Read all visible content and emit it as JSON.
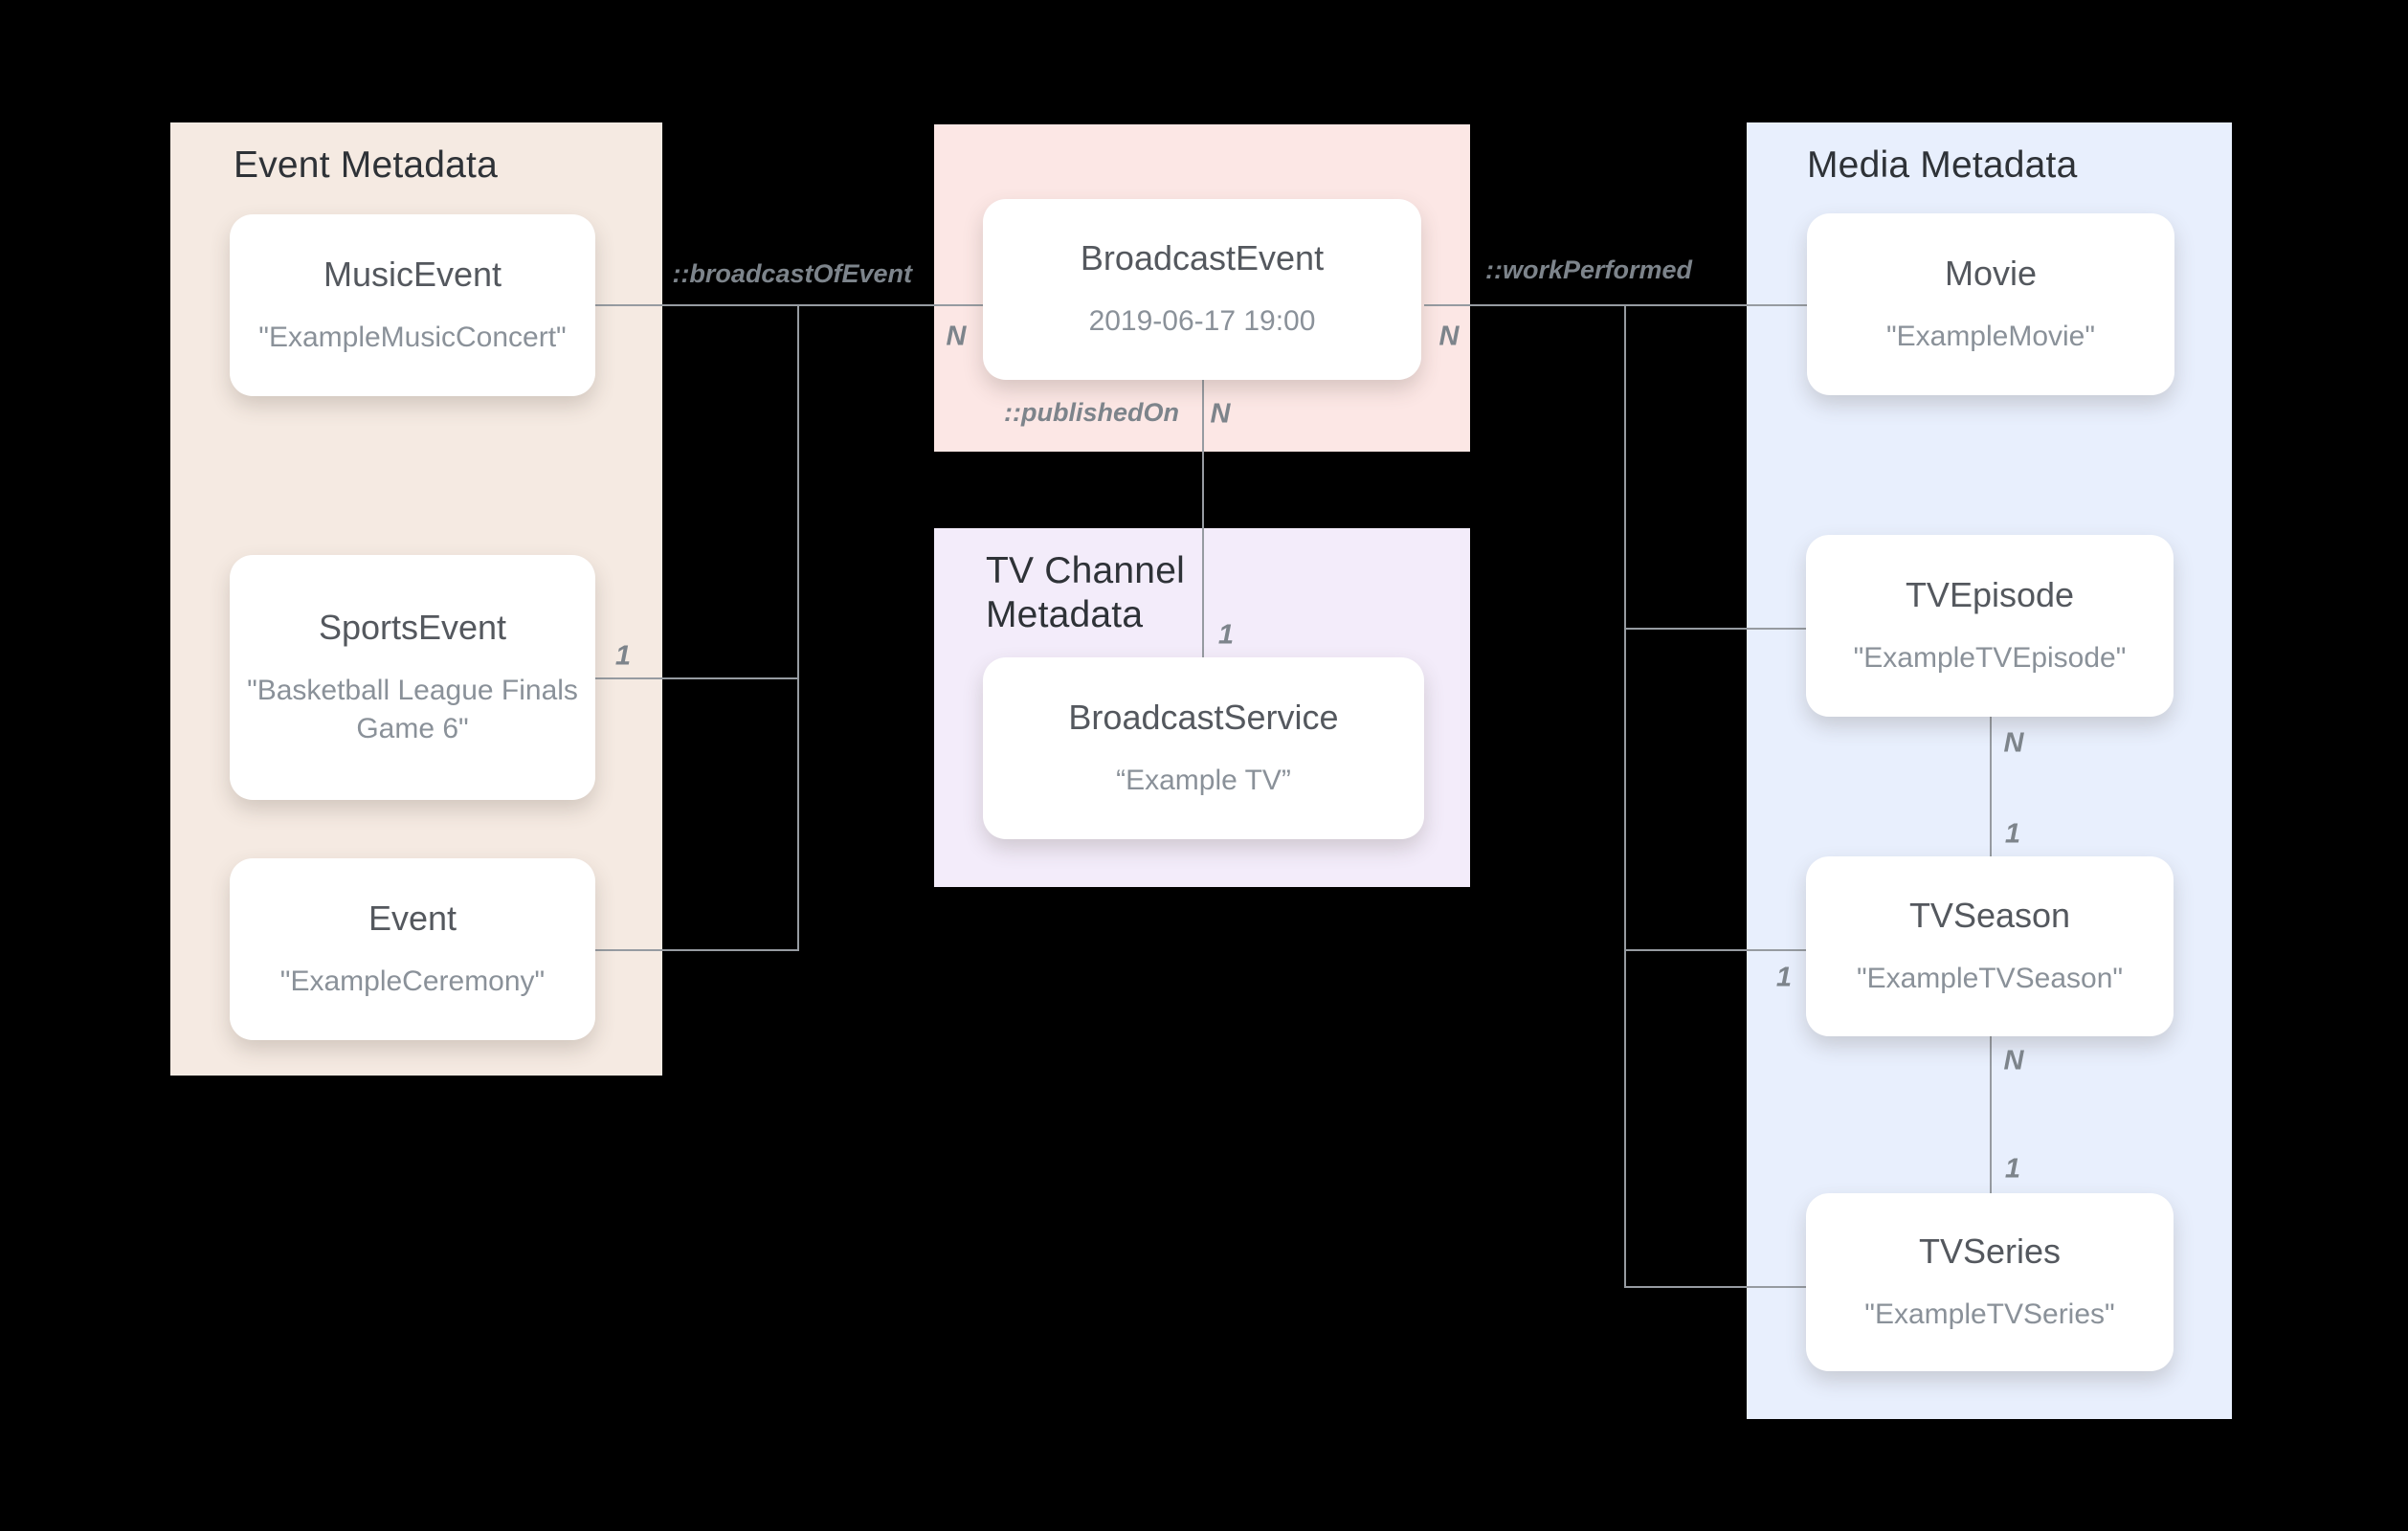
{
  "colors": {
    "background": "#000000",
    "event_panel": "#f5eae2",
    "broadcast_panel": "#fce7e5",
    "tv_channel_panel": "#f3ecfa",
    "media_panel": "#e8effd",
    "card": "#ffffff",
    "panel_title_text": "#2e3237",
    "card_title_text": "#54585e",
    "card_value_text": "#8a9199",
    "edge_line": "#969ba1",
    "edge_label_text": "#7d848b"
  },
  "panels": {
    "event": {
      "title": "Event Metadata"
    },
    "tv_channel": {
      "title": "TV Channel\nMetadata"
    },
    "media": {
      "title": "Media Metadata"
    }
  },
  "nodes": {
    "music_event": {
      "title": "MusicEvent",
      "value": "\"ExampleMusicConcert\""
    },
    "sports_event": {
      "title": "SportsEvent",
      "value": "\"Basketball League Finals Game 6\""
    },
    "event": {
      "title": "Event",
      "value": "\"ExampleCeremony\""
    },
    "broadcast_event": {
      "title": "BroadcastEvent",
      "value": "2019-06-17 19:00"
    },
    "broadcast_service": {
      "title": "BroadcastService",
      "value": "“Example TV”"
    },
    "movie": {
      "title": "Movie",
      "value": "\"ExampleMovie\""
    },
    "tv_episode": {
      "title": "TVEpisode",
      "value": "\"ExampleTVEpisode\""
    },
    "tv_season": {
      "title": "TVSeason",
      "value": "\"ExampleTVSeason\""
    },
    "tv_series": {
      "title": "TVSeries",
      "value": "\"ExampleTVSeries\""
    }
  },
  "edge_labels": {
    "broadcast_of_event": "::broadcastOfEvent",
    "published_on": "::publishedOn",
    "work_performed": "::workPerformed"
  },
  "multiplicity": {
    "n": "N",
    "one": "1"
  },
  "relationships": [
    {
      "label": "::broadcastOfEvent",
      "from": [
        "MusicEvent",
        "SportsEvent",
        "Event"
      ],
      "from_cardinality": "1",
      "to": "BroadcastEvent",
      "to_cardinality": "N"
    },
    {
      "label": "::publishedOn",
      "from": "BroadcastEvent",
      "from_cardinality": "N",
      "to": "BroadcastService",
      "to_cardinality": "1"
    },
    {
      "label": "::workPerformed",
      "from": "BroadcastEvent",
      "from_cardinality": "N",
      "to": [
        "Movie",
        "TVEpisode",
        "TVSeason",
        "TVSeries"
      ],
      "to_cardinality": "1"
    },
    {
      "label": "",
      "from": "TVEpisode",
      "from_cardinality": "N",
      "to": "TVSeason",
      "to_cardinality": "1"
    },
    {
      "label": "",
      "from": "TVSeason",
      "from_cardinality": "N",
      "to": "TVSeries",
      "to_cardinality": "1"
    }
  ]
}
